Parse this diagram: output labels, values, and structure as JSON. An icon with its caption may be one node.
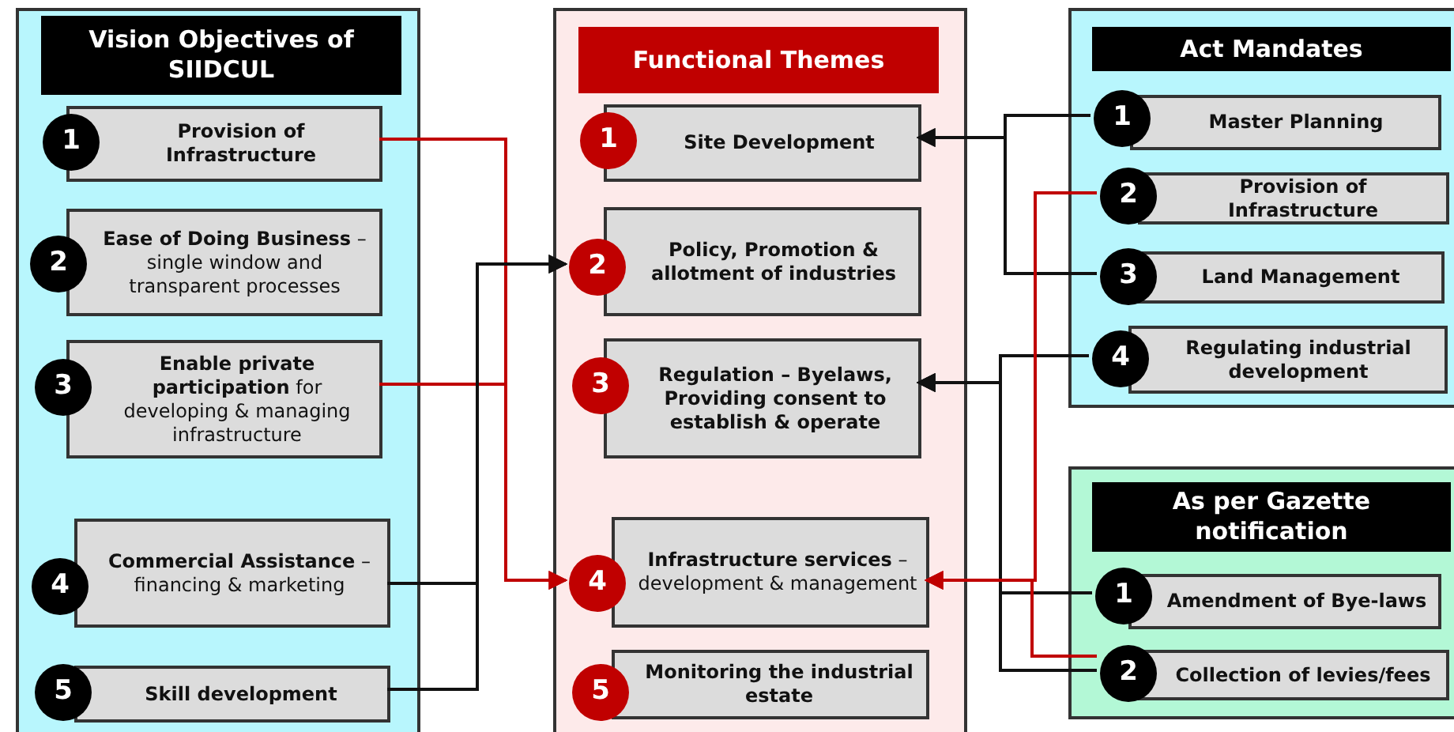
{
  "diagram": {
    "nodes": [
      {
        "text": [
          "Vision Objectives of SIIDCUL"
        ]
      },
      {
        "text": [
          "1",
          "Provision of Infrastructure"
        ],
        "in": 0
      },
      {
        "text": [
          "2",
          "**Ease of Doing Business** – single window and transparent processes"
        ],
        "in": 0
      },
      {
        "text": [
          "3",
          "**Enable private participation** for developing & managing infrastructure"
        ],
        "in": 0
      },
      {
        "text": [
          "4",
          "**Commercial Assistance** – financing & marketing"
        ],
        "in": 0
      },
      {
        "text": [
          "5",
          "Skill development"
        ],
        "in": 0
      },
      {
        "text": [
          "Functional Themes"
        ]
      },
      {
        "text": [
          "1",
          "Site Development"
        ],
        "in": 6
      },
      {
        "text": [
          "2",
          "Policy, Promotion & allotment of industries"
        ],
        "in": 6
      },
      {
        "text": [
          "3",
          "Regulation – Byelaws, Providing consent to establish & operate"
        ],
        "in": 6
      },
      {
        "text": [
          "4",
          "**Infrastructure services** – development & management"
        ],
        "in": 6
      },
      {
        "text": [
          "5",
          "Monitoring the industrial estate"
        ],
        "in": 6
      },
      {
        "text": [
          "Act Mandates"
        ]
      },
      {
        "text": [
          "1",
          "Master Planning"
        ],
        "in": 12
      },
      {
        "text": [
          "2",
          "Provision of Infrastructure"
        ],
        "in": 12
      },
      {
        "text": [
          "3",
          "Land Management"
        ],
        "in": 12
      },
      {
        "text": [
          "4",
          "Regulating industrial development"
        ],
        "in": 12
      },
      {
        "text": [
          "As per Gazette notification"
        ]
      },
      {
        "text": [
          "1",
          "Amendment of Bye-laws"
        ],
        "in": 17
      },
      {
        "text": [
          "2",
          "Collection of levies/fees"
        ],
        "in": 17
      }
    ],
    "edges": [
      {
        "from": 1,
        "to": 10,
        "arrow": "to",
        "color": "#c00000"
      },
      {
        "from": 3,
        "to": 10,
        "arrow": "to",
        "color": "#c00000"
      },
      {
        "from": 4,
        "to": 8,
        "arrow": "to"
      },
      {
        "from": 5,
        "to": 8,
        "arrow": "to"
      },
      {
        "from": 13,
        "to": 7,
        "arrow": "to"
      },
      {
        "from": 15,
        "to": 7,
        "arrow": "to"
      },
      {
        "from": 16,
        "to": 9,
        "arrow": "to"
      },
      {
        "from": 18,
        "to": 9,
        "arrow": "to"
      },
      {
        "from": 19,
        "to": 9,
        "arrow": "to"
      },
      {
        "from": 14,
        "to": 10,
        "arrow": "to",
        "color": "#c00000"
      },
      {
        "from": 19,
        "to": 10,
        "arrow": "to",
        "color": "#c00000"
      }
    ]
  }
}
